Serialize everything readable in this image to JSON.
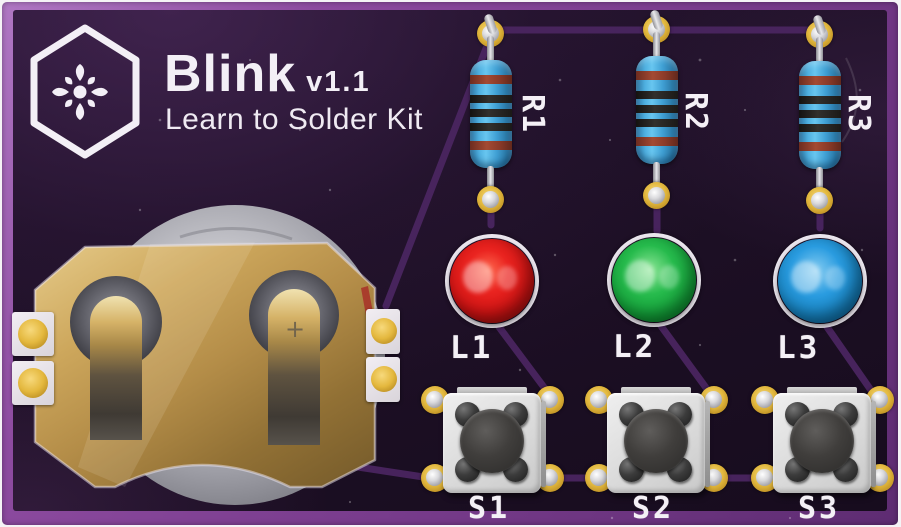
{
  "board": {
    "title": "Blink",
    "version": "v1.1",
    "subtitle": "Learn to Solder Kit",
    "logo_icon": "hexagon-spark",
    "battery": {
      "polarity_mark": "+"
    },
    "resistors": [
      {
        "label": "R1",
        "band_colors": [
          "red-brown",
          "black",
          "black",
          "black",
          "red-brown"
        ],
        "body_color": "#4fb0e0"
      },
      {
        "label": "R2",
        "band_colors": [
          "red-brown",
          "black",
          "black",
          "black",
          "red-brown"
        ],
        "body_color": "#4fb0e0"
      },
      {
        "label": "R3",
        "band_colors": [
          "red-brown",
          "black",
          "black",
          "black",
          "red-brown"
        ],
        "body_color": "#4fb0e0"
      }
    ],
    "leds": [
      {
        "label": "L1",
        "color": "#d81c1c"
      },
      {
        "label": "L2",
        "color": "#1cab42"
      },
      {
        "label": "L3",
        "color": "#1e8fd2"
      }
    ],
    "buttons": [
      {
        "label": "S1"
      },
      {
        "label": "S2"
      },
      {
        "label": "S3"
      }
    ],
    "colors": {
      "soldermask": "#20112a",
      "board_edge": "#8a4a9e",
      "trace": "#4a2560",
      "silkscreen": "#f4f0f6",
      "pad_gold": "#e3b93f",
      "battery_clip_gold": "#c8a257",
      "coin_cell_silver": "#c2c2c8"
    }
  }
}
